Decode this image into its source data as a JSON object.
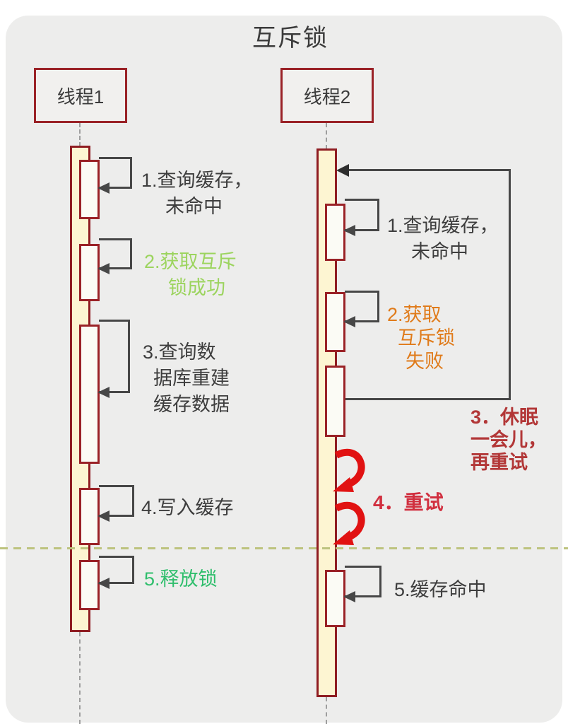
{
  "title": "互斥锁",
  "actors": {
    "thread1": "线程1",
    "thread2": "线程2"
  },
  "thread1_steps": {
    "m1": {
      "l1": "1.查询缓存，",
      "l2": "未命中"
    },
    "m2": {
      "l1": "2.获取互斥",
      "l2": "锁成功"
    },
    "m3": {
      "l1": "3.查询数",
      "l2": "据库重建",
      "l3": "缓存数据"
    },
    "m4": {
      "l1": "4.写入缓存"
    },
    "m5": {
      "l1": "5.释放锁"
    }
  },
  "thread2_steps": {
    "m1": {
      "l1": "1.查询缓存，",
      "l2": "未命中"
    },
    "m2": {
      "l1": "2.获取",
      "l2": "互斥锁",
      "l3": "失败"
    },
    "m3": {
      "l1": "3．休眠",
      "l2": "一会儿，",
      "l3": "再重试"
    },
    "m4": {
      "l1": "4．重试"
    },
    "m5": {
      "l1": "5.缓存命中"
    }
  },
  "colors": {
    "success_green": "#9cd45e",
    "release_green": "#2fbe6c",
    "fail_orange": "#e07b1a",
    "sleep_dark_red": "#b23737",
    "retry_red": "#d12f3f",
    "arrow_red": "#e11212",
    "message_line": "#474747",
    "lifeline_border": "#9a2227",
    "lifeline_fill": "#fdf5d2",
    "text_dark": "#3e3e3e",
    "card_bg": "#ededec"
  }
}
